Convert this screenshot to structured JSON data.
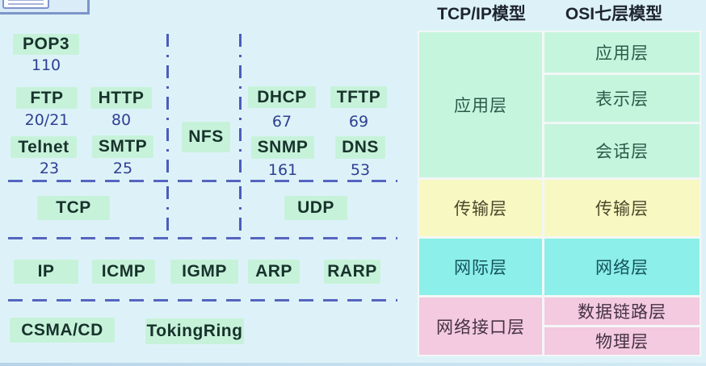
{
  "protocols": {
    "pop3": {
      "name": "POP3",
      "port": "110"
    },
    "ftp": {
      "name": "FTP",
      "port": "20/21"
    },
    "http": {
      "name": "HTTP",
      "port": "80"
    },
    "nfs": {
      "name": "NFS"
    },
    "telnet": {
      "name": "Telnet",
      "port": "23"
    },
    "smtp": {
      "name": "SMTP",
      "port": "25"
    },
    "dhcp": {
      "name": "DHCP",
      "port": "67"
    },
    "tftp": {
      "name": "TFTP",
      "port": "69"
    },
    "snmp": {
      "name": "SNMP",
      "port": "161"
    },
    "dns": {
      "name": "DNS",
      "port": "53"
    },
    "transport": {
      "tcp": "TCP",
      "udp": "UDP"
    },
    "network": [
      "IP",
      "ICMP",
      "IGMP",
      "ARP",
      "RARP"
    ],
    "link": [
      "CSMA/CD",
      "TokingRing"
    ]
  },
  "table": {
    "headers": {
      "tcpip": "TCP/IP模型",
      "osi": "OSI七层模型"
    },
    "tcpip_layers": [
      "应用层",
      "传输层",
      "网际层",
      "网络接口层"
    ],
    "osi_layers": [
      "应用层",
      "表示层",
      "会话层",
      "传输层",
      "网络层",
      "数据链路层",
      "物理层"
    ]
  },
  "colors": {
    "background": "#ddf2f8",
    "highlight_mint": "#c7f2da",
    "protocol_text": "#17322c",
    "port_navy": "#2e3f92",
    "dash_blue": "#5565bf",
    "table_green": "#c6f5de",
    "table_yellow": "#f8f8c2",
    "table_cyan": "#8cefe9",
    "table_pink": "#f3cadf"
  }
}
